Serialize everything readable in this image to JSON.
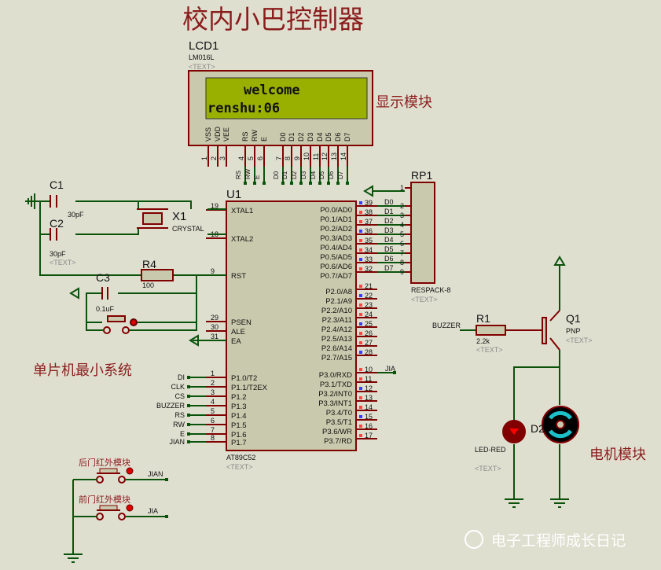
{
  "title": "校内小巴控制器",
  "section_labels": {
    "display": "显示模块",
    "mcu": "单片机最小系统",
    "motor": "电机模块"
  },
  "watermark": "电子工程师成长日记",
  "placeholder": "<TEXT>",
  "colors": {
    "background": "#dfdfd0",
    "wire": "#0b530b",
    "pin": "#800000",
    "body": "#c9c9ad",
    "lcd_screen": "#99b000",
    "title": "#8b1c1c"
  },
  "lcd": {
    "ref": "LCD1",
    "part": "LM016L",
    "line1": "welcome",
    "line2": "renshu:06",
    "pins": [
      "VSS",
      "VDD",
      "VEE",
      "RS",
      "RW",
      "E",
      "D0",
      "D1",
      "D2",
      "D3",
      "D4",
      "D5",
      "D6",
      "D7"
    ],
    "nets": [
      "",
      "",
      "",
      "RS",
      "RW",
      "E",
      "D0",
      "D1",
      "D2",
      "D3",
      "D4",
      "D5",
      "D6",
      "D7"
    ]
  },
  "u1": {
    "ref": "U1",
    "part": "AT89C52",
    "left_pins": [
      {
        "num": "19",
        "name": "XTAL1",
        "net": ""
      },
      {
        "num": "18",
        "name": "XTAL2",
        "net": ""
      },
      {
        "num": "9",
        "name": "RST",
        "net": ""
      },
      {
        "num": "29",
        "name": "PSEN",
        "net": ""
      },
      {
        "num": "30",
        "name": "ALE",
        "net": ""
      },
      {
        "num": "31",
        "name": "EA",
        "net": ""
      },
      {
        "num": "1",
        "name": "P1.0/T2",
        "net": "DI"
      },
      {
        "num": "2",
        "name": "P1.1/T2EX",
        "net": "CLK"
      },
      {
        "num": "3",
        "name": "P1.2",
        "net": "CS"
      },
      {
        "num": "4",
        "name": "P1.3",
        "net": "BUZZER"
      },
      {
        "num": "5",
        "name": "P1.4",
        "net": "RS"
      },
      {
        "num": "6",
        "name": "P1.5",
        "net": "RW"
      },
      {
        "num": "7",
        "name": "P1.6",
        "net": "E"
      },
      {
        "num": "8",
        "name": "P1.7",
        "net": "JIAN"
      }
    ],
    "right_pins": [
      {
        "num": "39",
        "name": "P0.0/AD0",
        "net": "D0"
      },
      {
        "num": "38",
        "name": "P0.1/AD1",
        "net": "D1"
      },
      {
        "num": "37",
        "name": "P0.2/AD2",
        "net": "D2"
      },
      {
        "num": "36",
        "name": "P0.3/AD3",
        "net": "D3"
      },
      {
        "num": "35",
        "name": "P0.4/AD4",
        "net": "D4"
      },
      {
        "num": "34",
        "name": "P0.5/AD5",
        "net": "D5"
      },
      {
        "num": "33",
        "name": "P0.6/AD6",
        "net": "D6"
      },
      {
        "num": "32",
        "name": "P0.7/AD7",
        "net": "D7"
      },
      {
        "num": "21",
        "name": "P2.0/A8",
        "net": ""
      },
      {
        "num": "22",
        "name": "P2.1/A9",
        "net": ""
      },
      {
        "num": "23",
        "name": "P2.2/A10",
        "net": ""
      },
      {
        "num": "24",
        "name": "P2.3/A11",
        "net": ""
      },
      {
        "num": "25",
        "name": "P2.4/A12",
        "net": ""
      },
      {
        "num": "26",
        "name": "P2.5/A13",
        "net": ""
      },
      {
        "num": "27",
        "name": "P2.6/A14",
        "net": ""
      },
      {
        "num": "28",
        "name": "P2.7/A15",
        "net": ""
      },
      {
        "num": "10",
        "name": "P3.0/RXD",
        "net": "JIA"
      },
      {
        "num": "11",
        "name": "P3.1/TXD",
        "net": ""
      },
      {
        "num": "12",
        "name": "P3.2/INT0",
        "net": ""
      },
      {
        "num": "13",
        "name": "P3.3/INT1",
        "net": ""
      },
      {
        "num": "14",
        "name": "P3.4/T0",
        "net": ""
      },
      {
        "num": "15",
        "name": "P3.5/T1",
        "net": ""
      },
      {
        "num": "16",
        "name": "P3.6/WR",
        "net": ""
      },
      {
        "num": "17",
        "name": "P3.7/RD",
        "net": ""
      }
    ]
  },
  "rp1": {
    "ref": "RP1",
    "part": "RESPACK-8",
    "pins": [
      "1",
      "2",
      "3",
      "4",
      "5",
      "6",
      "7",
      "8",
      "9"
    ]
  },
  "c1": {
    "ref": "C1",
    "value": "30pF"
  },
  "c2": {
    "ref": "C2",
    "value": "30pF"
  },
  "c3": {
    "ref": "C3",
    "value": "0.1uF"
  },
  "x1": {
    "ref": "X1",
    "part": "CRYSTAL"
  },
  "r4": {
    "ref": "R4",
    "value": "100"
  },
  "r1": {
    "ref": "R1",
    "value": "2.2k",
    "net": "BUZZER"
  },
  "q1": {
    "ref": "Q1",
    "part": "PNP"
  },
  "d2": {
    "ref": "D2",
    "part": "LED-RED"
  },
  "buttons": [
    {
      "label": "后门红外模块",
      "net": "JIAN"
    },
    {
      "label": "前门红外模块",
      "net": "JIA"
    }
  ]
}
